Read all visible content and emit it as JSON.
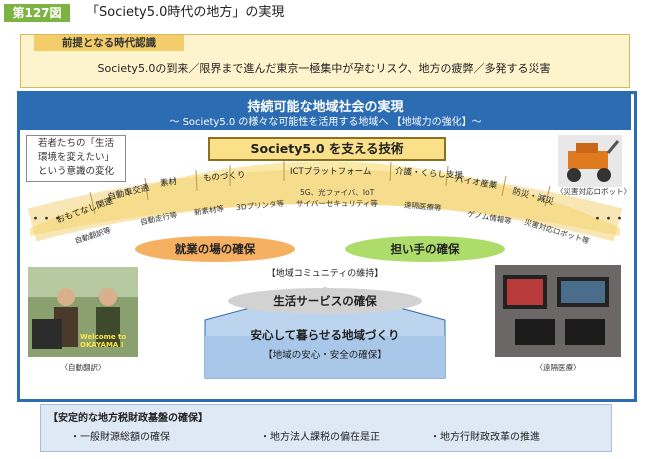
{
  "figure": {
    "badge": "第127図",
    "title": "「Society5.0時代の地方」の実現"
  },
  "premise": {
    "label": "前提となる時代認識",
    "text": "Society5.0の到来／限界まで進んだ東京一極集中が孕むリスク、地方の疲弊／多発する災害"
  },
  "main": {
    "title": "持続可能な地域社会の実現",
    "subtitle": "〜 Society5.0 の様々な可能性を活用する地域へ 【地域力の強化】〜"
  },
  "youth": {
    "line1": "若者たちの「生活",
    "line2": "環境を変えたい」",
    "line3": "という意識の変化"
  },
  "tech": {
    "title": "Society5.0 を支える技術",
    "industries": [
      "おもてなし関連",
      "自動車交通",
      "素材",
      "ものづくり",
      "ICTプラットフォーム",
      "介護・くらし支援",
      "バイオ産業",
      "防災・減災"
    ],
    "examples": [
      "自動翻訳等",
      "自動走行等",
      "新素材等",
      "3Dプリンタ等",
      "5G、光ファイバ、IoT",
      "サイバーセキュリティ等",
      "遠隔医療等",
      "ゲノム情報等",
      "災害対応ロボット等"
    ],
    "dots": "・・・"
  },
  "captions": {
    "robot": "〈災害対応ロボット〉",
    "translation": "〈自動翻訳〉",
    "telemedicine": "〈遠隔医療〉",
    "welcome": "Welcome to OKAYAMA !"
  },
  "center": {
    "employment": "就業の場の確保",
    "workers": "担い手の確保",
    "community": "【地域コミュニティの維持】",
    "services": "生活サービスの確保"
  },
  "secure": {
    "title": "安心して暮らせる地域づくり",
    "sub": "【地域の安心・安全の確保】"
  },
  "fiscal": {
    "title": "【安定的な地方税財政基盤の確保】",
    "items": [
      "・一般財源総額の確保",
      "・地方法人課税の偏在是正",
      "・地方行財政改革の推進"
    ]
  },
  "colors": {
    "brand": "#2b6cb3",
    "badge": "#7cb342",
    "premise": "#fdf3cc",
    "tech": "#fbe08a",
    "orange": "#f5b062",
    "green": "#aedc6a"
  }
}
